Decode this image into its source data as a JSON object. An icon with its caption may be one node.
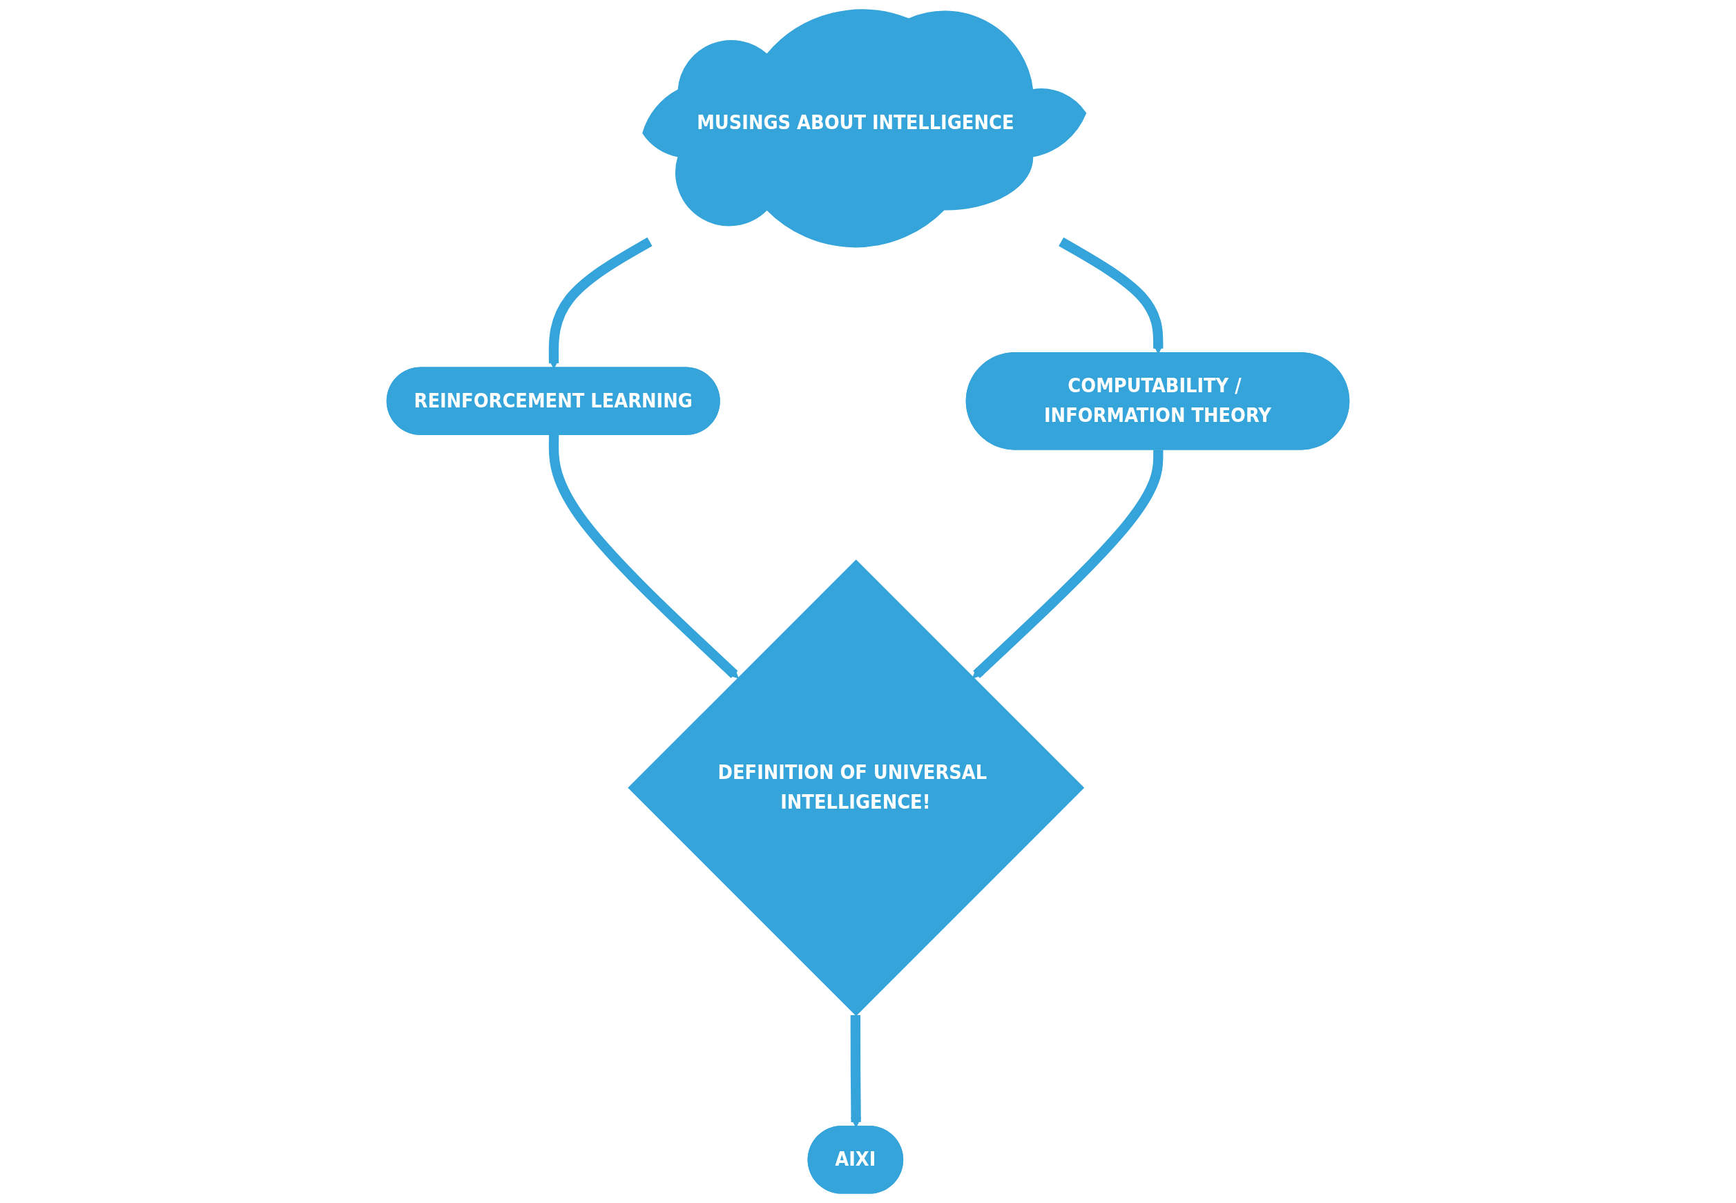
{
  "diagram": {
    "nodes": [
      {
        "text": [
          "MUSINGS ABOUT INTELLIGENCE"
        ]
      },
      {
        "text": [
          "REINFORCEMENT LEARNING"
        ]
      },
      {
        "text": [
          "COMPUTABILITY / INFORMATION THEORY"
        ]
      },
      {
        "text": [
          "DEFINITION OF UNIVERSAL INTELLIGENCE!"
        ]
      },
      {
        "text": [
          "AIXI"
        ]
      }
    ],
    "edges": [
      {
        "from": 0,
        "to": 1,
        "arrow": "to"
      },
      {
        "from": 0,
        "to": 2,
        "arrow": "to"
      },
      {
        "from": 1,
        "to": 3,
        "arrow": "to"
      },
      {
        "from": 2,
        "to": 3,
        "arrow": "to"
      },
      {
        "from": 3,
        "to": 4,
        "arrow": "to"
      }
    ]
  }
}
